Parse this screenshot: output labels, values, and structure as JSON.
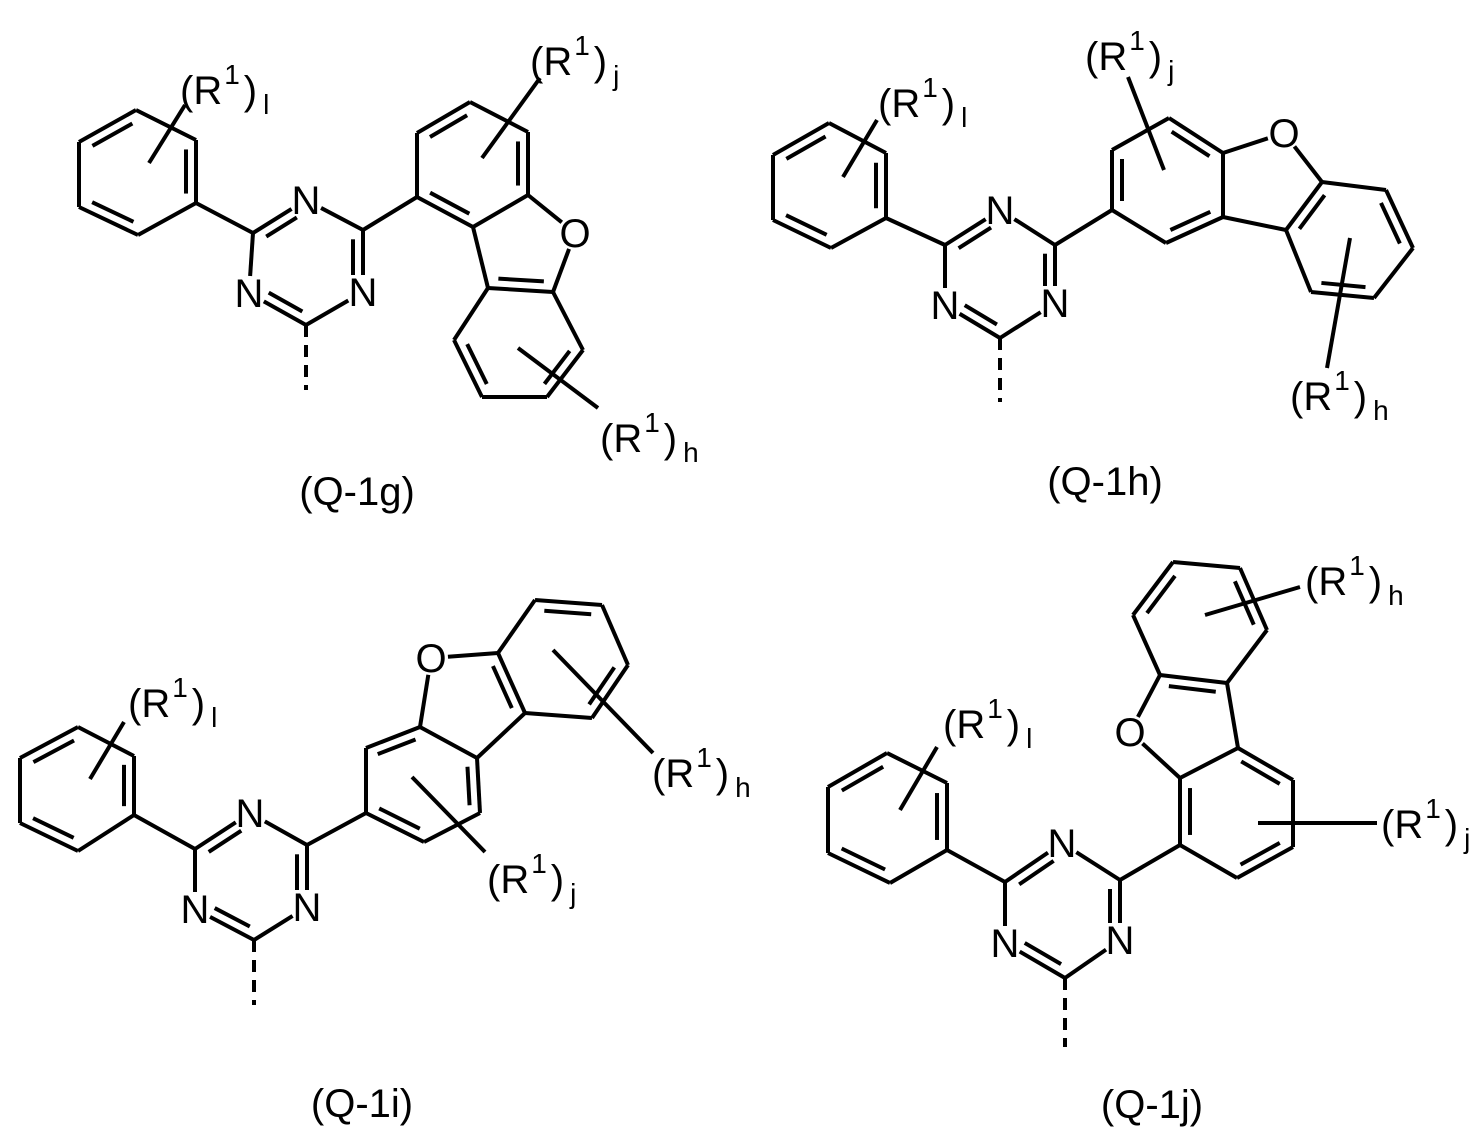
{
  "figure": {
    "line_color": "#000000",
    "background": "#ffffff",
    "structures": [
      {
        "caption": "(Q-1g)",
        "nitrogen_label": "N",
        "oxygen_label": "O",
        "substituents": {
          "l": {
            "open": "(R",
            "sup": "1",
            "close": ")",
            "sub": "l"
          },
          "j": {
            "open": "(R",
            "sup": "1",
            "close": ")",
            "sub": "j"
          },
          "h": {
            "open": "(R",
            "sup": "1",
            "close": ")",
            "sub": "h"
          }
        }
      },
      {
        "caption": "(Q-1h)",
        "nitrogen_label": "N",
        "oxygen_label": "O",
        "substituents": {
          "l": {
            "open": "(R",
            "sup": "1",
            "close": ")",
            "sub": "l"
          },
          "j": {
            "open": "(R",
            "sup": "1",
            "close": ")",
            "sub": "j"
          },
          "h": {
            "open": "(R",
            "sup": "1",
            "close": ")",
            "sub": "h"
          }
        }
      },
      {
        "caption": "(Q-1i)",
        "nitrogen_label": "N",
        "oxygen_label": "O",
        "substituents": {
          "l": {
            "open": "(R",
            "sup": "1",
            "close": ")",
            "sub": "l"
          },
          "j": {
            "open": "(R",
            "sup": "1",
            "close": ")",
            "sub": "j"
          },
          "h": {
            "open": "(R",
            "sup": "1",
            "close": ")",
            "sub": "h"
          }
        }
      },
      {
        "caption": "(Q-1j)",
        "nitrogen_label": "N",
        "oxygen_label": "O",
        "substituents": {
          "l": {
            "open": "(R",
            "sup": "1",
            "close": ")",
            "sub": "l"
          },
          "j": {
            "open": "(R",
            "sup": "1",
            "close": ")",
            "sub": "j"
          },
          "h": {
            "open": "(R",
            "sup": "1",
            "close": ")",
            "sub": "h"
          }
        }
      }
    ]
  }
}
